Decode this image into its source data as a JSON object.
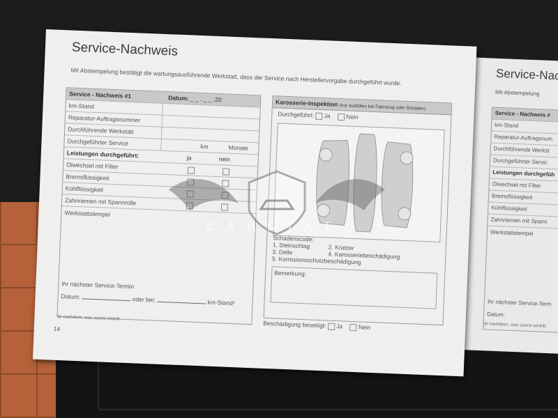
{
  "left_page": {
    "title": "Service-Nachweis",
    "intro": "Mit Abstempelung bestätigt die wartungsausführende Werkstatt, dass der Service nach Herstellervorgabe durchgeführt wurde.",
    "form_title": "Service - Nachweis #1",
    "datum_label": "Datum:",
    "datum_value": "_ _ . _ _ .20",
    "rows": [
      "km-Stand",
      "Reparatur-Auftragsnummer",
      "Durchführende Werkstatt",
      "Durchgeführter Service"
    ],
    "km_label": "km",
    "monate_label": "Monate",
    "leistungen_label": "Leistungen durchgeführt:",
    "ja": "ja",
    "nein": "nein",
    "leistungen": [
      "Ölwechsel mit Filter",
      "Bremsflüssigkeit",
      "Kühlflüssigkeit",
      "Zahnriemen mit Spannrolle"
    ],
    "stamp_label": "Werkstattstempel",
    "next_service": "Ihr nächster Service-Termin",
    "datum2": "Datum:",
    "oder_bei": "oder bei:",
    "km_stand": "km-Stand¹",
    "footnote": "¹je nachdem, was zuerst eintritt.",
    "page_number": "14"
  },
  "karosserie": {
    "title": "Karosserie-Inspektion",
    "subtitle": "(nur ausfüllen bei Fahrzeug oder Schäden)",
    "durchgefuehrt": "Durchgeführt:",
    "ja": "Ja",
    "nein": "Nein",
    "schadenscode": "Schadenscode:",
    "codes": [
      "1. Steinschlag",
      "2. Kratzer",
      "3. Delle",
      "4. Karosseriebeschädigung",
      "5. Korrosionsschutzbeschädigung"
    ],
    "bemerkung": "Bemerkung:",
    "beseitigt": "Beschädigung beseitigt:"
  },
  "right_page": {
    "title": "Service-Nachw",
    "intro": "Mit Abstempelung",
    "form_title": "Service - Nachweis #",
    "rows": [
      "km-Stand",
      "Reparatur-Auftragsnum",
      "Durchführende Werkst",
      "Durchgeführter Servic",
      "Leistungen durchgefüh",
      "Ölwechsel mit Filter",
      "Bremsflüssigkeit",
      "Kühlflüssigkeit",
      "Zahnriemen mit Spann"
    ],
    "stamp": "Werkstattstempel",
    "next_service": "Ihr nächster Service-Term",
    "datum": "Datum:",
    "footnote": "¹je nachdem, was zuerst eintritt."
  },
  "watermark": {
    "text": "CARSTAT"
  }
}
